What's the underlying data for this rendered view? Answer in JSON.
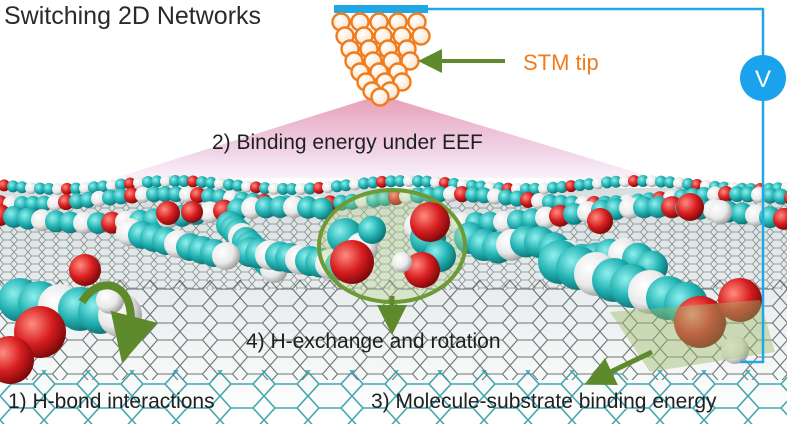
{
  "title": "Switching 2D Networks",
  "labels": {
    "stm_tip": "STM tip",
    "voltage": "V",
    "binding_energy": "2) Binding energy under EEF",
    "h_bond": "1) H-bond interactions",
    "h_exchange": "4) H-exchange and rotation",
    "molecule_substrate": "3) Molecule-substrate binding energy"
  },
  "colors": {
    "circuit_wire": "#22a7e6",
    "voltage_source": "#1aa3ec",
    "tip": "#f07c1e",
    "stm_label": "#f07c1e",
    "cone_top": "#e78aa6",
    "arrow": "#5e8a2c",
    "carbon": "#2bb4b4",
    "oxygen": "#d41f22",
    "hydrogen": "#f2f2f2",
    "graphene": "#7a8a8a"
  }
}
